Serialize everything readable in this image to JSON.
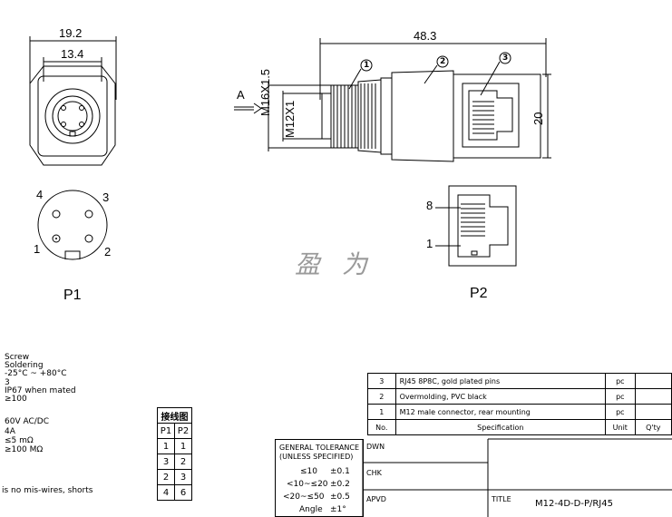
{
  "dimensions": {
    "front_width_outer": "19.2",
    "front_width_inner": "13.4",
    "overall_length": "48.3",
    "thread_outer": "M16X1.5",
    "thread_inner": "M12X1",
    "height": "20",
    "view_arrow": "A"
  },
  "callouts": [
    "1",
    "2",
    "3"
  ],
  "pinout_p1": {
    "caption": "P1",
    "pins": [
      "4",
      "3",
      "1",
      "2"
    ]
  },
  "pinout_p2": {
    "caption": "P2",
    "pin_top": "8",
    "pin_bottom": "1"
  },
  "watermark": "盈为",
  "specs": [
    "Screw",
    "Soldering",
    "-25°C ~ +80°C",
    "3",
    "IP67 when mated",
    "≥100",
    "60V AC/DC",
    "4A",
    "≤5 mΩ",
    "≥100 MΩ",
    "is no mis-wires, shorts"
  ],
  "wiring_table": {
    "title": "接线图",
    "headers": [
      "P1",
      "P2"
    ],
    "rows": [
      [
        "1",
        "1"
      ],
      [
        "3",
        "2"
      ],
      [
        "2",
        "3"
      ],
      [
        "4",
        "6"
      ]
    ]
  },
  "bom": {
    "rows": [
      {
        "no": "3",
        "spec": "RJ45 8P8C, gold plated pins",
        "unit": "pc",
        "qty": ""
      },
      {
        "no": "2",
        "spec": "Overmolding, PVC black",
        "unit": "pc",
        "qty": ""
      },
      {
        "no": "1",
        "spec": "M12 male connector, rear mounting",
        "unit": "pc",
        "qty": ""
      }
    ],
    "header": {
      "no": "No.",
      "spec": "Specification",
      "unit": "Unit",
      "qty": "Q'ty"
    }
  },
  "tolerance": {
    "title_line1": "GENERAL TOLERANCE",
    "title_line2": "(UNLESS SPECIFIED)",
    "rows": [
      {
        "range": "≤10",
        "value": "±0.1"
      },
      {
        "range": "<10~≤20",
        "value": "±0.2"
      },
      {
        "range": "<20~≤50",
        "value": "±0.5"
      },
      {
        "range": "Angle",
        "value": "±1°"
      }
    ]
  },
  "title_block": {
    "dwn": "DWN",
    "chk": "CHK",
    "apvd": "APVD",
    "title_label": "TITLE",
    "title_value": "M12-4D-D-P/RJ45"
  }
}
